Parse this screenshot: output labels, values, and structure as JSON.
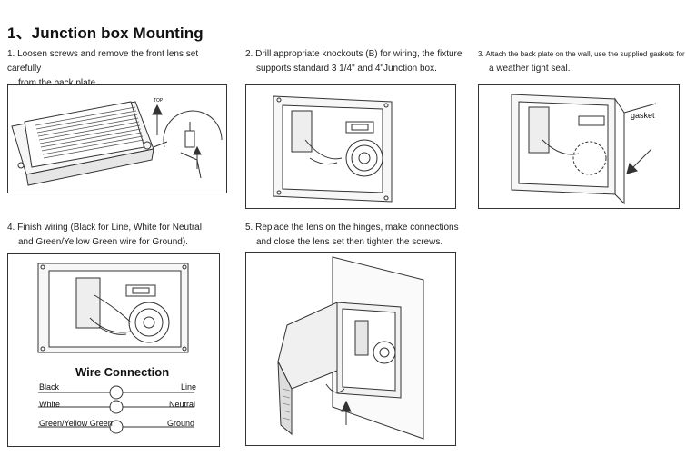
{
  "title": "1、Junction box Mounting",
  "steps": [
    {
      "line1": "1. Loosen screws and remove the front lens set carefully",
      "line2": "from the back plate."
    },
    {
      "line1": "2. Drill appropriate knockouts (B) for wiring, the fixture",
      "line2": "supports standard 3 1/4\" and 4\"Junction box."
    },
    {
      "line1": "3. Attach the back plate on the wall, use the supplied gaskets for",
      "line2": "a weather tight seal."
    },
    {
      "line1": "4. Finish wiring (Black for Line, White for Neutral",
      "line2": "and Green/Yellow Green wire for Ground)."
    },
    {
      "line1": "5. Replace the lens on the hinges, make connections",
      "line2": "and close the lens set then tighten the screws."
    }
  ],
  "labels": {
    "top": "TOP",
    "gasket": "gasket"
  },
  "wiring": {
    "header": "Wire Connection",
    "rows": [
      {
        "left": "Black",
        "right": "Line"
      },
      {
        "left": "White",
        "right": "Neutral"
      },
      {
        "left": "Green/Yellow Green",
        "right": "Ground"
      }
    ]
  }
}
